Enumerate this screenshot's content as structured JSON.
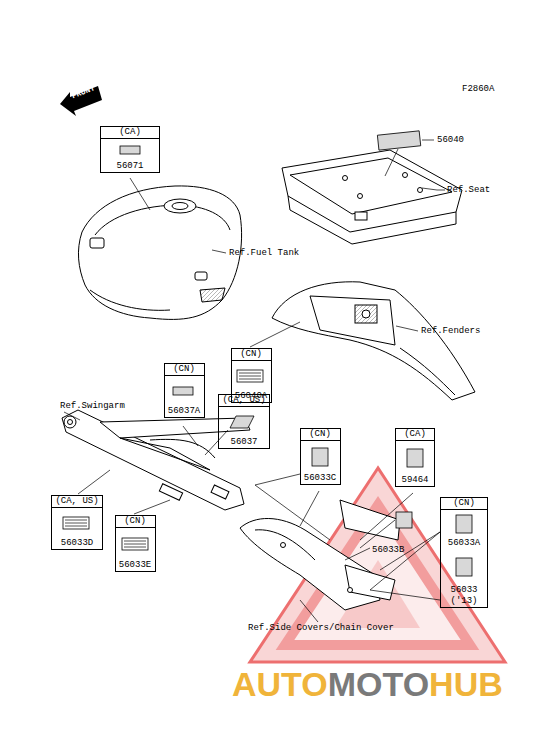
{
  "diagram": {
    "nodes": [
      {
        "text": [
          "(CA)",
          "56071"
        ]
      },
      {
        "text": [
          "(CN)",
          "56040A"
        ]
      },
      {
        "text": [
          "(CN)",
          "56037A"
        ]
      },
      {
        "text": [
          "(CA, US)",
          "56037"
        ]
      },
      {
        "text": [
          "(CN)",
          "56033C"
        ]
      },
      {
        "text": [
          "(CA)",
          "59464"
        ]
      },
      {
        "text": [
          "(CA, US)",
          "56033D"
        ]
      },
      {
        "text": [
          "(CN)",
          "56033E"
        ]
      },
      {
        "text": [
          "(CN)",
          "56033A",
          "56033",
          "('13)"
        ]
      }
    ],
    "labels": [
      "F2860A",
      "FRONT",
      "56040",
      "Ref.Seat",
      "Ref.Fuel Tank",
      "Ref.Fenders",
      "Ref.Swingarm",
      "56033B",
      "Ref.Side Covers/Chain Cover",
      "AUTO",
      "MOTO",
      "HUB"
    ]
  }
}
